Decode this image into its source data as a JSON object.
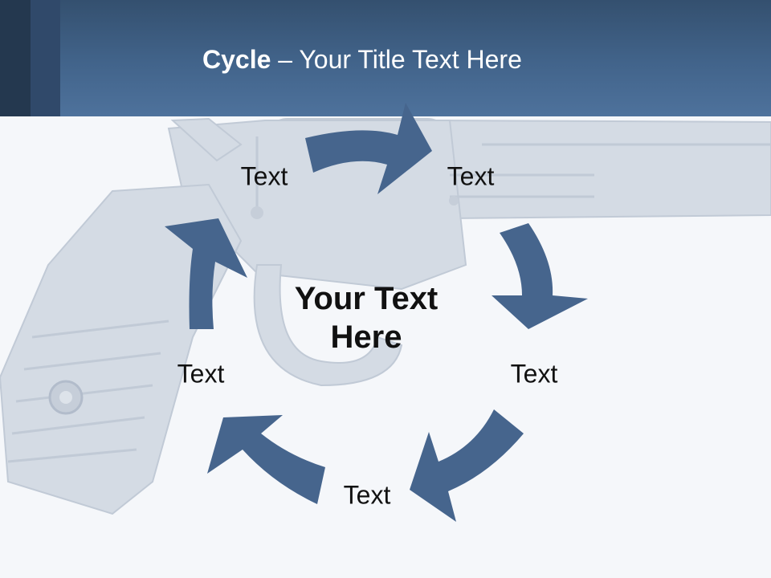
{
  "slide": {
    "title_bold": "Cycle",
    "title_rest": " – Your Title Text Here",
    "center_line1": "Your Text",
    "center_line2": "Here",
    "labels": [
      "Text",
      "Text",
      "Text",
      "Text",
      "Text"
    ],
    "background_image": "revolver-photo",
    "colors": {
      "header": "#42648b",
      "header_dark": "#24384f",
      "arrow": "#46658d",
      "text": "#111111",
      "background": "#f5f7fa"
    }
  }
}
